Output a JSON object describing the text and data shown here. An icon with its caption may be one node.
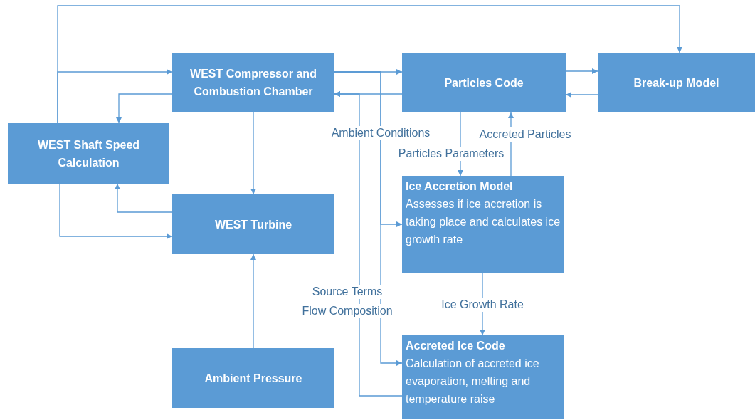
{
  "diagram": {
    "nodes": [
      {
        "text": [
          "WEST Compressor and Combustion Chamber"
        ]
      },
      {
        "text": [
          "Particles Code"
        ]
      },
      {
        "text": [
          "Break-up Model"
        ]
      },
      {
        "text": [
          "WEST Shaft Speed Calculation"
        ]
      },
      {
        "text": [
          "Ice Accretion Model",
          "Assesses if ice accretion is taking place and calculates ice growth rate"
        ]
      },
      {
        "text": [
          "WEST Turbine"
        ]
      },
      {
        "text": [
          "Ambient Pressure"
        ]
      },
      {
        "text": [
          "Accreted Ice Code",
          "Calculation of accreted ice evaporation, melting and temperature raise"
        ]
      }
    ],
    "edges": [
      {
        "from": 3,
        "to": 2,
        "arrow": "to"
      },
      {
        "from": 3,
        "to": 0,
        "arrow": "to"
      },
      {
        "from": 3,
        "to": 5,
        "arrow": "to"
      },
      {
        "from": 0,
        "to": 3,
        "arrow": "to"
      },
      {
        "from": 5,
        "to": 3,
        "arrow": "to"
      },
      {
        "from": 0,
        "to": 5,
        "arrow": "to"
      },
      {
        "from": 6,
        "to": 5,
        "arrow": "to"
      },
      {
        "from": 0,
        "to": 1,
        "arrow": "to"
      },
      {
        "from": 0,
        "to": 4,
        "arrow": "to",
        "label": "Ambient Conditions"
      },
      {
        "from": 0,
        "to": 7,
        "arrow": "to",
        "label": "Flow Composition"
      },
      {
        "from": 1,
        "to": 0,
        "arrow": "to"
      },
      {
        "from": 7,
        "to": 0,
        "arrow": "to",
        "label": "Source Terms"
      },
      {
        "from": 1,
        "to": 2,
        "arrow": "to"
      },
      {
        "from": 2,
        "to": 1,
        "arrow": "to"
      },
      {
        "from": 1,
        "to": 4,
        "arrow": "to",
        "label": "Particles Parameters"
      },
      {
        "from": 4,
        "to": 1,
        "arrow": "to",
        "label": "Accreted Particles"
      },
      {
        "from": 4,
        "to": 7,
        "arrow": "to",
        "label": "Ice Growth Rate"
      }
    ]
  }
}
